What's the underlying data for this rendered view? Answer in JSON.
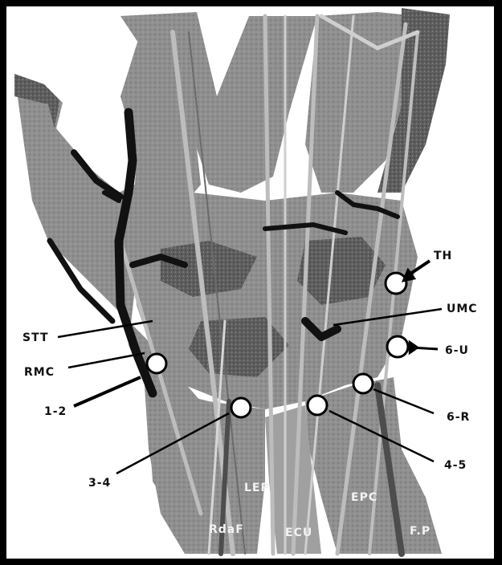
{
  "colors": {
    "frame": "#000000",
    "paper": "#ffffff",
    "bone": "#8f8f8f",
    "bone_dark": "#5e5e5e",
    "tendon": "#bdbdbd",
    "vessel": "#111111",
    "label_dark": "#111111",
    "label_light": "#f2f2f2"
  },
  "labels": {
    "th": "TH",
    "umc": "UMC",
    "stt": "STT",
    "rmc": "RMC",
    "six_u": "6-U",
    "one_two": "1-2",
    "six_r": "6-R",
    "three_four": "3-4",
    "four_five": "4-5",
    "lep": "LEP",
    "epc": "EPC",
    "rdaf": "RdaF",
    "ecu": "ECU",
    "fp": "F.P"
  },
  "markers": [
    {
      "name": "portal-1-2-circle"
    },
    {
      "name": "portal-3-4-circle"
    },
    {
      "name": "portal-4-5-circle"
    },
    {
      "name": "portal-6-r-circle"
    },
    {
      "name": "portal-6-u-circle"
    },
    {
      "name": "portal-th-circle"
    }
  ]
}
